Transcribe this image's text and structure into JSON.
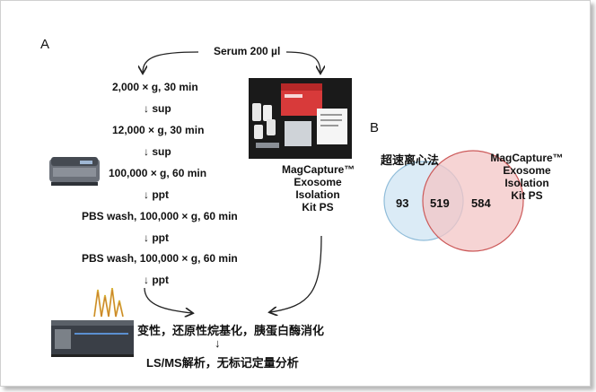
{
  "panel_a_label": "A",
  "panel_b_label": "B",
  "serum": "Serum 200 µl",
  "steps": [
    "2,000 × g, 30 min",
    "↓ sup",
    "12,000 × g, 30 min",
    "↓ sup",
    "100,000 × g, 60 min",
    "↓ ppt",
    "PBS wash, 100,000 × g, 60 min",
    "↓ ppt",
    "PBS wash, 100,000 × g, 60 min",
    "↓ ppt"
  ],
  "kit_label": [
    "MagCapture™",
    "Exosome",
    "Isolation",
    "Kit PS"
  ],
  "processing": "变性，还原性烷基化，胰蛋白酶消化",
  "processing_arrow": "↓",
  "analysis": "LS/MS解析，无标记定量分析",
  "venn": {
    "left_label": "超速离心法",
    "right_label": [
      "MagCapture™",
      "Exosome",
      "Isolation",
      "Kit PS"
    ],
    "left_only": "93",
    "overlap": "519",
    "right_only": "584",
    "left_color": "#d7e9f5",
    "right_color": "#f3c6c6"
  },
  "colors": {
    "kit_box": "#d83a3a",
    "instrument": "#3a3f47",
    "peaks": "#d9b43a"
  }
}
